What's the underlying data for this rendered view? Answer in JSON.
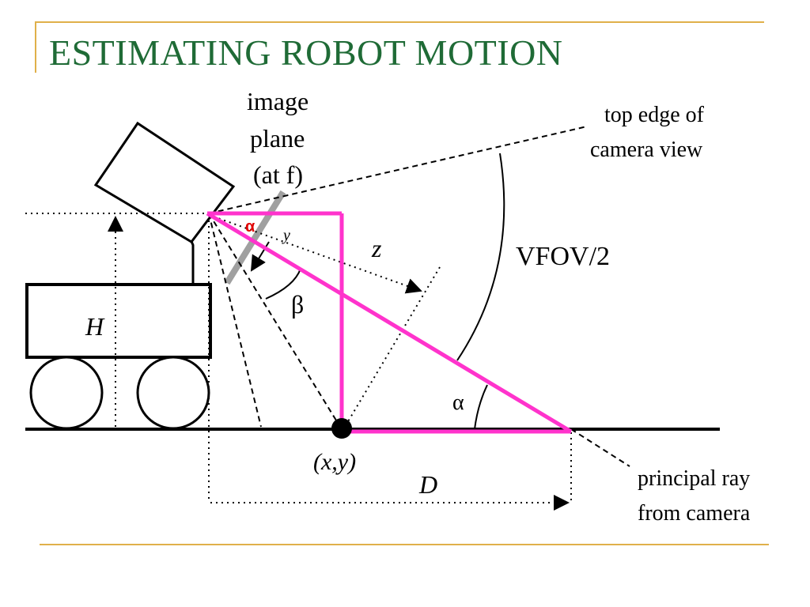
{
  "slide": {
    "title": "ESTIMATING ROBOT MOTION",
    "accent_color": "#e0b04a",
    "title_color": "#1f6b36",
    "overlay_color": "#ff33cc",
    "overlay_label_color": "#e00000"
  },
  "diagram": {
    "labels": {
      "image_plane_1": "image",
      "image_plane_2": "plane",
      "image_plane_3": "(at f)",
      "top_edge_1": "top edge of",
      "top_edge_2": "camera view",
      "vfov": "VFOV/2",
      "z": "z",
      "y_small": "y",
      "beta": "β",
      "alpha_triangle": "α",
      "alpha_red": "α",
      "h": "H",
      "point": "(x,y)",
      "d": "D",
      "principal_1": "principal ray",
      "principal_2": "from camera"
    }
  }
}
